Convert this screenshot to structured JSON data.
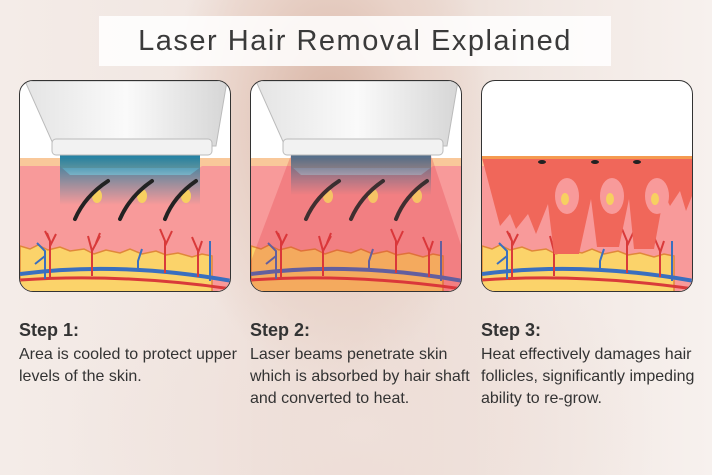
{
  "title": "Laser Hair Removal Explained",
  "steps": [
    {
      "label": "Step 1:",
      "text": "Area is cooled to protect upper levels of the skin."
    },
    {
      "label": "Step 2:",
      "text": "Laser beams penetrate skin which is absorbed by hair shaft and converted to heat."
    },
    {
      "label": "Step 3:",
      "text": "Heat effectively damages hair follicles, significantly impeding ability to re-grow."
    }
  ],
  "colors": {
    "dermis": "#f89a9a",
    "epidermis": "#f9c89a",
    "fat": "#fbd36a",
    "artery": "#d93a3a",
    "vein": "#3a6fbf",
    "cooling": "#1f7ea0",
    "damage": "#f0675a"
  }
}
